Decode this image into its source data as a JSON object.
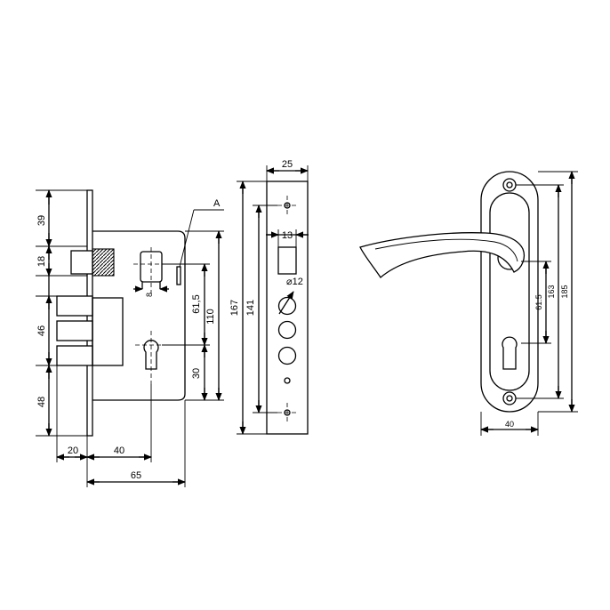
{
  "lock_body": {
    "dims": {
      "d39": "39",
      "d18": "18",
      "d46": "46",
      "d48": "48",
      "d20": "20",
      "d40": "40",
      "d65": "65",
      "d61_5": "61,5",
      "d110": "110",
      "d30": "30",
      "d8": "8"
    },
    "label_a": "A"
  },
  "faceplate": {
    "dims": {
      "d25": "25",
      "d13": "13",
      "d167": "167",
      "d141": "141",
      "d12": "⌀12"
    }
  },
  "handle": {
    "dims": {
      "d40": "40",
      "d61_5": "61.5",
      "d163": "163",
      "d185": "185"
    }
  }
}
